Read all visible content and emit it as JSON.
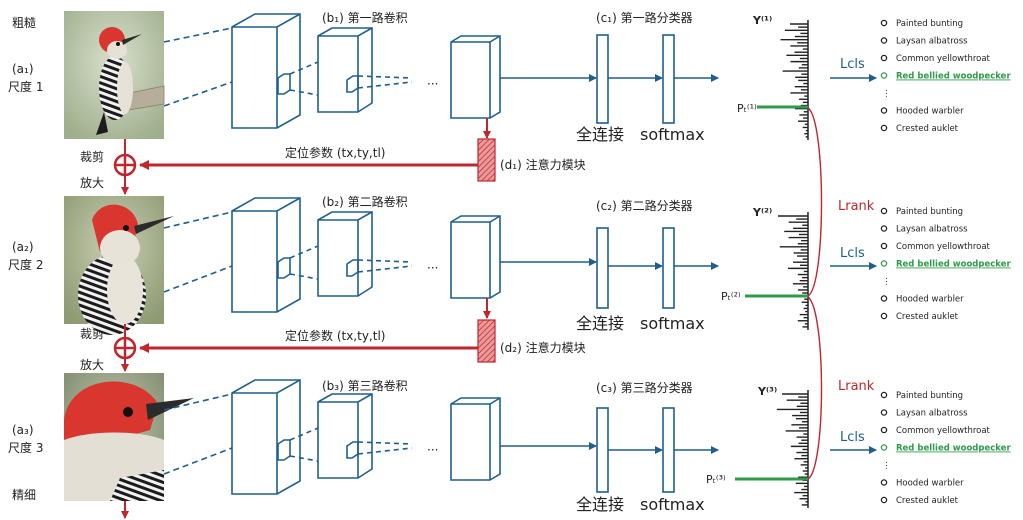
{
  "side_labels": {
    "coarse": "粗糙",
    "fine": "精细",
    "crop1": "裁剪",
    "zoom1": "放大",
    "crop2": "裁剪",
    "zoom2": "放大"
  },
  "rows": [
    {
      "scale_label": "(a₁)",
      "scale_name": "尺度 1",
      "conv_title": "(b₁) 第一路卷积",
      "clf_title": "(c₁) 第一路分类器",
      "fc_label": "全连接",
      "softmax_label": "softmax",
      "y_label": "Y⁽¹⁾",
      "pt_label": "Pₜ⁽¹⁾",
      "lcls": "Lcls",
      "classes": [
        "Painted bunting",
        "Laysan albatross",
        "Common yellowthroat",
        "Red bellied woodpecker",
        "⋮",
        "Hooded warbler",
        "Crested auklet"
      ],
      "highlight_index": 3
    },
    {
      "scale_label": "(a₂)",
      "scale_name": "尺度 2",
      "conv_title": "(b₂) 第二路卷积",
      "clf_title": "(c₂) 第二路分类器",
      "fc_label": "全连接",
      "softmax_label": "softmax",
      "y_label": "Y⁽²⁾",
      "pt_label": "Pₜ⁽²⁾",
      "lcls": "Lcls",
      "classes": [
        "Painted bunting",
        "Laysan albatross",
        "Common yellowthroat",
        "Red bellied woodpecker",
        "⋮",
        "Hooded warbler",
        "Crested auklet"
      ],
      "highlight_index": 3
    },
    {
      "scale_label": "(a₃)",
      "scale_name": "尺度 3",
      "conv_title": "(b₃) 第三路卷积",
      "clf_title": "(c₃) 第三路分类器",
      "fc_label": "全连接",
      "softmax_label": "softmax",
      "y_label": "Y⁽³⁾",
      "pt_label": "Pₜ⁽³⁾",
      "lcls": "Lcls",
      "classes": [
        "Painted bunting",
        "Laysan albatross",
        "Common yellowthroat",
        "Red bellied woodpecker",
        "⋮",
        "Hooded warbler",
        "Crested auklet"
      ],
      "highlight_index": 3
    }
  ],
  "attention": [
    {
      "label": "(d₁) 注意力模块",
      "params": "定位参数 (tx,ty,tl)"
    },
    {
      "label": "(d₂) 注意力模块",
      "params": "定位参数 (tx,ty,tl)"
    }
  ],
  "rank_labels": [
    "Lrank",
    "Lrank"
  ],
  "ellipsis": "···",
  "colors": {
    "blue": "#1f5f8b",
    "red": "#c0262d",
    "green": "#2e9a4a"
  }
}
